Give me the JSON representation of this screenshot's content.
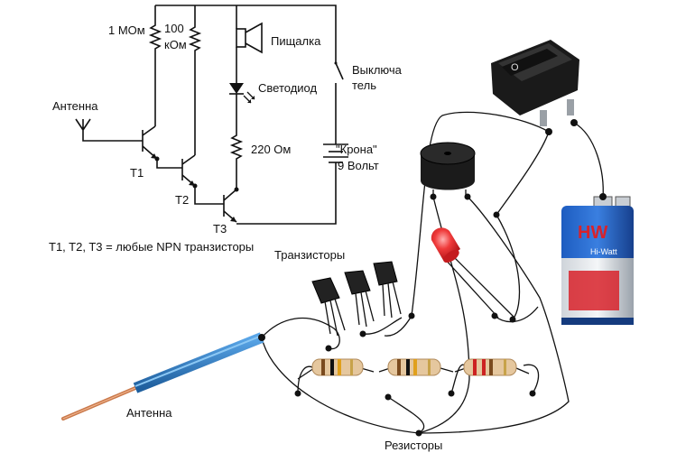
{
  "schematic": {
    "r1_label": "1 МОм",
    "r2_label_line1": "100",
    "r2_label_line2": "кОм",
    "buzzer_label": "Пищалка",
    "switch_label_line1": "Выключа",
    "switch_label_line2": "тель",
    "led_label": "Светодиод",
    "antenna_label": "Антенна",
    "r3_label": "220 Ом",
    "battery_label_line1": "\"Крона\"",
    "battery_label_line2": "9 Вольт",
    "t1_label": "T1",
    "t2_label": "T2",
    "t3_label": "T3",
    "note": "T1, T2, T3 = любые NPN транзисторы"
  },
  "assembly": {
    "transistors_label": "Транзисторы",
    "antenna_label": "Антенна",
    "resistors_label": "Резисторы",
    "battery_brand": "HW",
    "battery_model": "Hi-Watt",
    "switch_mark": "O"
  },
  "colors": {
    "wire": "#111111",
    "antenna_insulation": "#2f7fc6",
    "antenna_copper": "#c9784a",
    "battery_blue": "#1a4fa8",
    "battery_red": "#d8222a",
    "led_red": "#e3262a",
    "resistor_body": "#e5c79e"
  }
}
